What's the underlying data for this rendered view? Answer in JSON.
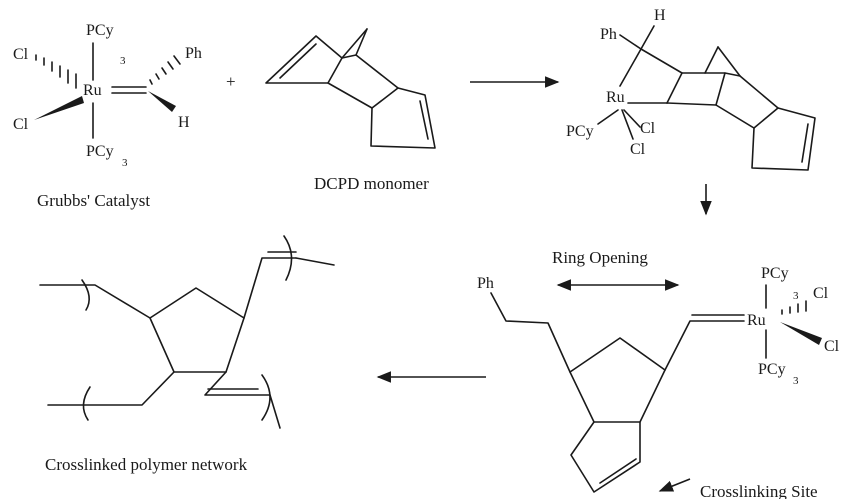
{
  "grubbs": {
    "pcy_top": "PCy",
    "sub_top": "3",
    "cl_upper": "Cl",
    "cl_lower": "Cl",
    "ru": "Ru",
    "ph": "Ph",
    "h": "H",
    "pcy_bottom": "PCy",
    "sub_bottom": "3",
    "caption": "Grubbs' Catalyst"
  },
  "plus": "+",
  "monomer": {
    "caption": "DCPD monomer"
  },
  "intermediate": {
    "ph": "Ph",
    "h": "H",
    "ru": "Ru",
    "pcy": "PCy",
    "cl1": "Cl",
    "cl2": "Cl"
  },
  "ring_opening": {
    "label": "Ring Opening"
  },
  "opened": {
    "ph": "Ph",
    "ru": "Ru",
    "pcy_top": "PCy",
    "sub_top": "3",
    "cl1": "Cl",
    "cl2": "Cl",
    "pcy_bottom": "PCy",
    "sub_bottom": "3"
  },
  "crosslink": {
    "label": "Crosslinking Site"
  },
  "polymer": {
    "caption": "Crosslinked polymer network"
  },
  "colors": {
    "ink": "#1a1a1a",
    "background": "#ffffff"
  }
}
